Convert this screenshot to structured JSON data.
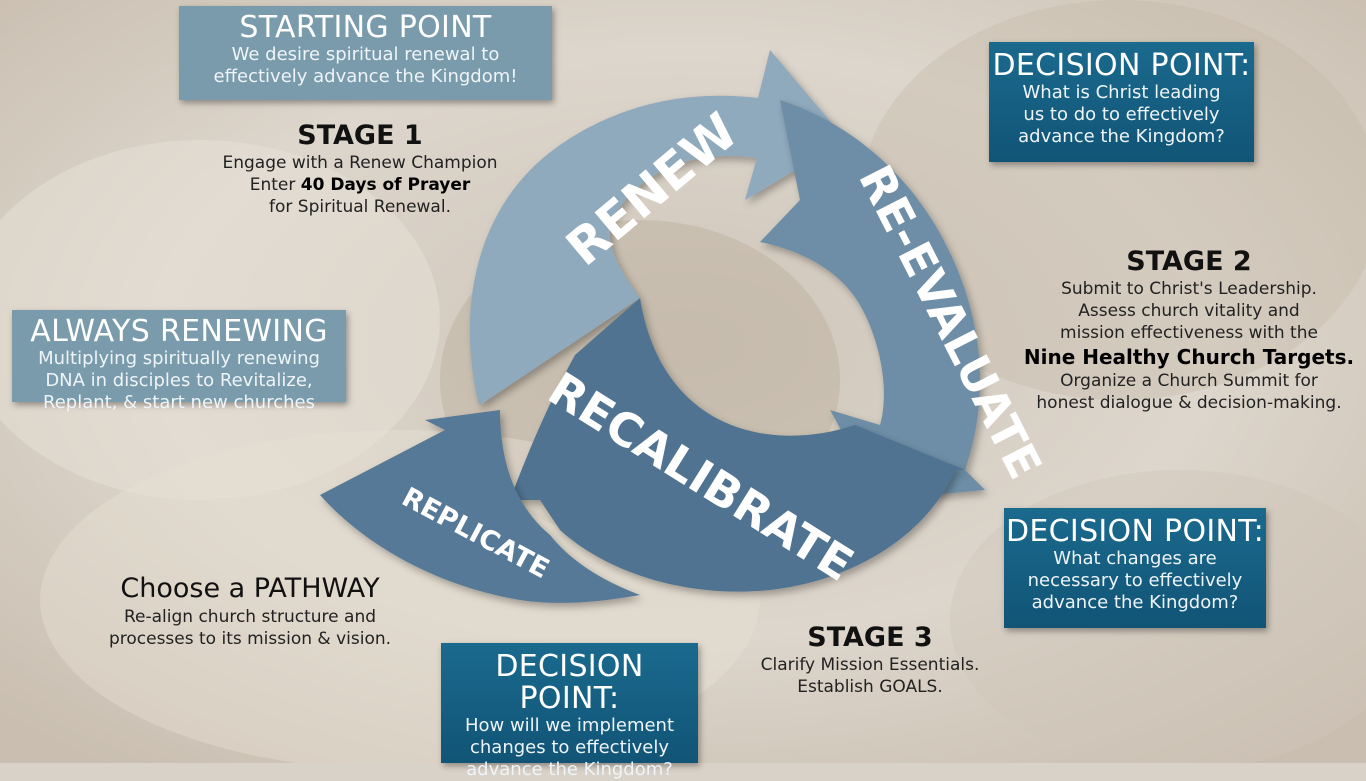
{
  "starting_point": {
    "title": "STARTING POINT",
    "text_lines": [
      "We desire spiritual renewal to",
      "effectively advance the Kingdom!"
    ]
  },
  "stage1": {
    "title": "STAGE 1",
    "line1": "Engage with a Renew Champion",
    "line2_pre": "Enter ",
    "line2_bold": "40 Days of Prayer",
    "line3": "for Spiritual Renewal."
  },
  "always_renewing": {
    "title": "ALWAYS RENEWING",
    "text_lines": [
      "Multiplying spiritually renewing",
      "DNA in disciples to Revitalize,",
      "Replant, & start new churches"
    ]
  },
  "pathway": {
    "title": "Choose a PATHWAY",
    "text_lines": [
      "Re-align church structure and",
      "processes to its mission & vision."
    ]
  },
  "decision1": {
    "title": "DECISION POINT:",
    "text_lines": [
      "What is Christ leading",
      "us to do to effectively",
      "advance the Kingdom?"
    ]
  },
  "stage2": {
    "title": "STAGE 2",
    "lines": [
      "Submit to Christ's Leadership.",
      "Assess church vitality and",
      "mission effectiveness with the"
    ],
    "bold_line": "Nine Healthy Church Targets.",
    "lines_after": [
      "Organize a Church Summit for",
      "honest dialogue & decision-making."
    ]
  },
  "decision2": {
    "title": "DECISION POINT:",
    "text_lines": [
      "What changes are",
      "necessary to effectively",
      "advance the Kingdom?"
    ]
  },
  "stage3": {
    "title": "STAGE 3",
    "text_lines": [
      "Clarify Mission Essentials.",
      "Establish GOALS."
    ]
  },
  "decision3": {
    "title": "DECISION POINT:",
    "text_lines": [
      "How will we implement",
      "changes to effectively",
      "advance the Kingdom?"
    ]
  },
  "cycle": {
    "labels": {
      "renew": "RENEW",
      "re_evaluate": "RE-EVALUATE",
      "recalibrate": "RECALIBRATE",
      "replicate": "REPLICATE"
    },
    "colors": {
      "renew": "#8fa9bd",
      "re_evaluate": "#6d8ea6",
      "recalibrate": "#4f7391",
      "replicate": "#557996"
    }
  }
}
